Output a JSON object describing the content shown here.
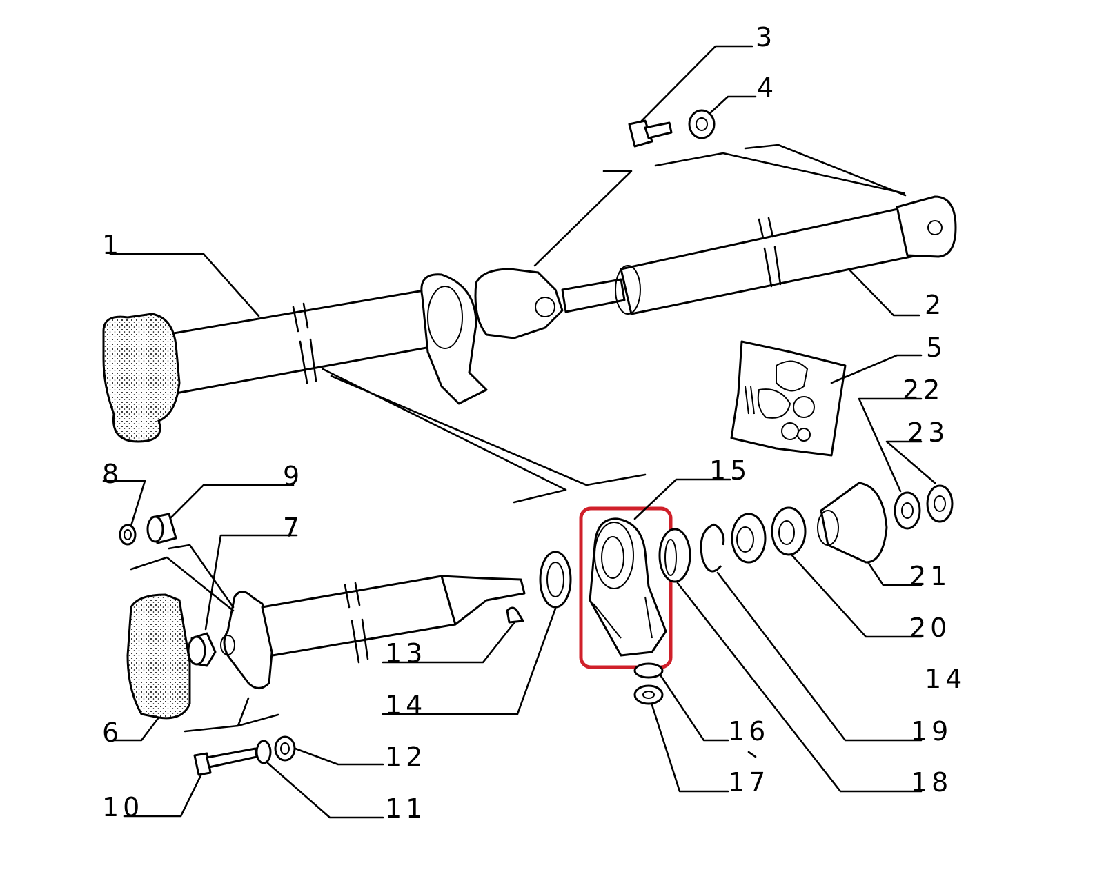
{
  "diagram": {
    "callouts": [
      "1",
      "2",
      "3",
      "4",
      "5",
      "6",
      "7",
      "8",
      "9",
      "10",
      "11",
      "12",
      "13",
      "14",
      "14",
      "15",
      "16",
      "17",
      "18",
      "19",
      "20",
      "21",
      "22",
      "23"
    ],
    "highlight_color": "#d0202a",
    "highlighted_part": "15"
  }
}
